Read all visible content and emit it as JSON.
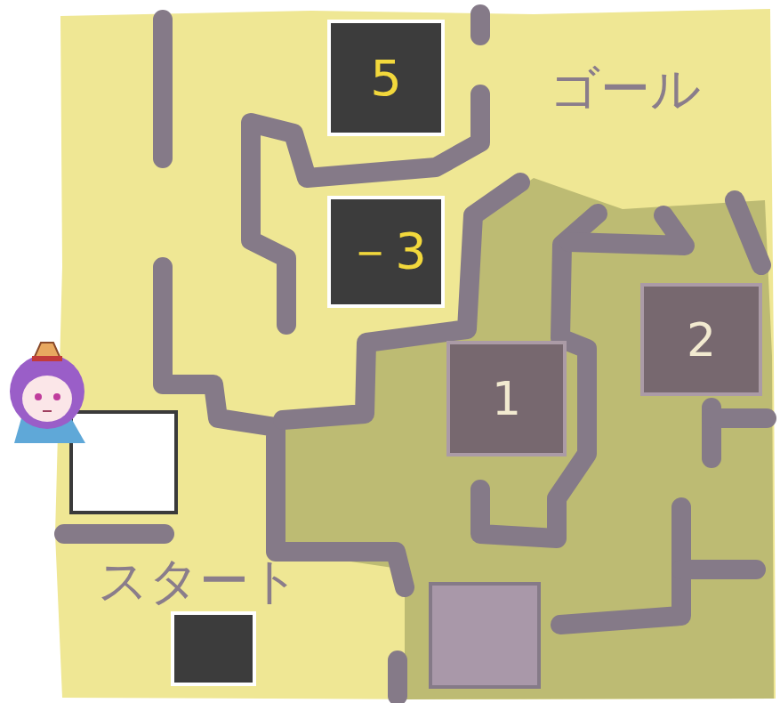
{
  "diagram": {
    "nodes": [
      {
        "text": [
          "5"
        ]
      },
      {
        "text": [
          "－3"
        ]
      },
      {
        "text": [
          "1"
        ]
      },
      {
        "text": [
          "2"
        ]
      }
    ],
    "labels": [
      "ゴール",
      "スタート"
    ]
  }
}
